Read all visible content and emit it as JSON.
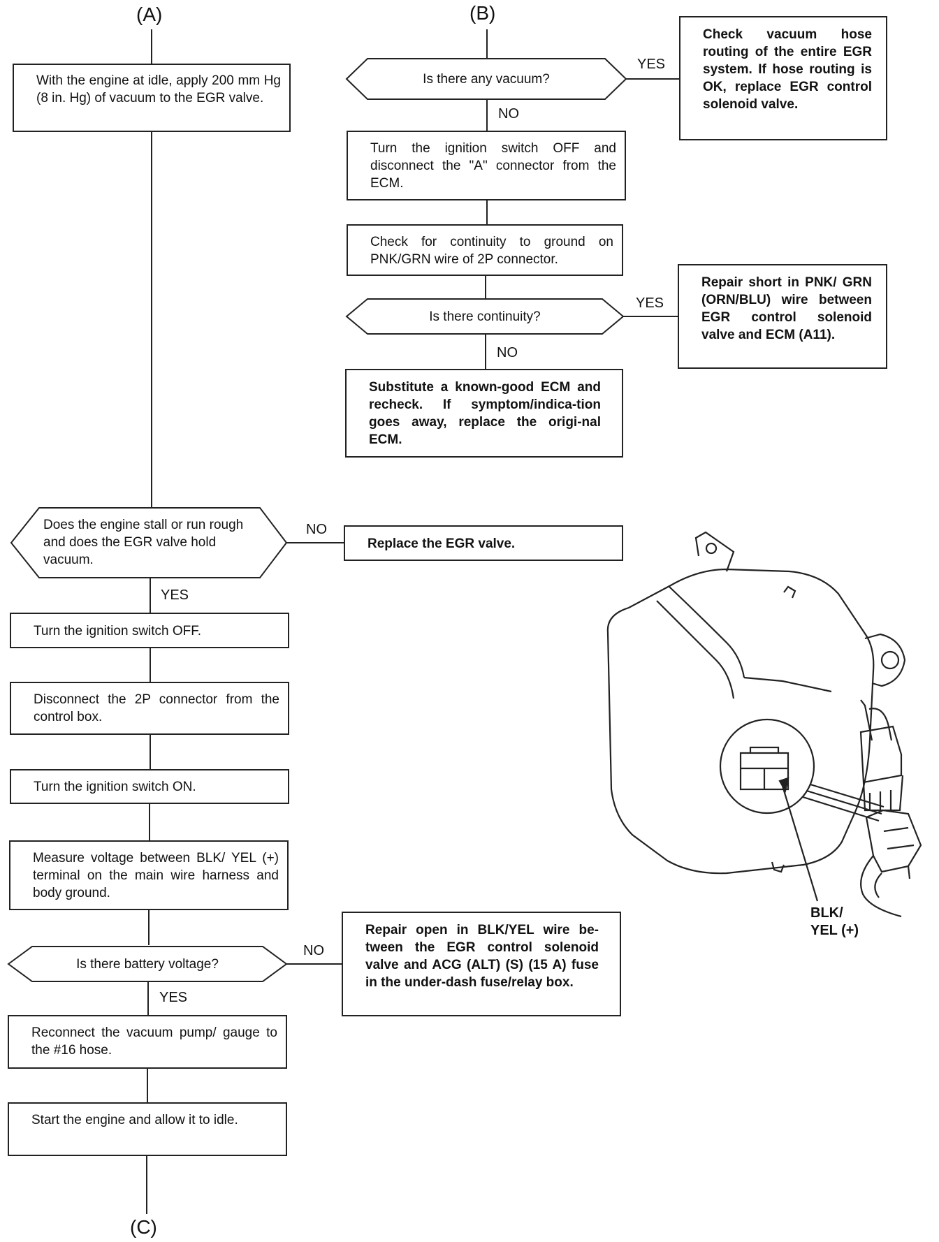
{
  "nodes": {
    "a": "(A)",
    "b": "(B)",
    "c": "(C)"
  },
  "col_a": {
    "step_apply_vacuum": "With the engine at idle, apply 200 mm Hg (8 in. Hg) of vacuum to the EGR valve.",
    "q_engine_stall": "Does the engine stall or run rough and does the EGR valve hold vacuum.",
    "no_replace_valve": "Replace the EGR valve.",
    "step_ignition_off": "Turn the ignition switch OFF.",
    "step_disconnect_2p": "Disconnect the 2P connector from the control box.",
    "step_ignition_on": "Turn the ignition switch ON.",
    "step_measure_voltage": "Measure voltage between BLK/ YEL (+) terminal on the main wire harness and body ground.",
    "q_battery_voltage": "Is there battery voltage?",
    "no_repair_open": "Repair open in BLK/YEL wire be-tween the EGR control solenoid valve and ACG (ALT) (S) (15 A) fuse in the under-dash fuse/relay box.",
    "step_reconnect": "Reconnect the vacuum pump/ gauge to the #16 hose.",
    "step_start_engine": "Start the engine and allow it to idle."
  },
  "col_b": {
    "q_any_vacuum": "Is there any vacuum?",
    "yes_check_routing": "Check vacuum hose routing of the entire EGR system. If hose routing is OK, replace EGR control solenoid valve.",
    "step_ignition_off_disconnect": "Turn the ignition switch OFF and disconnect the \"A\" connector from the ECM.",
    "step_check_continuity": "Check for continuity to ground on PNK/GRN wire of 2P connector.",
    "q_continuity": "Is there continuity?",
    "yes_repair_short": "Repair short in PNK/ GRN (ORN/BLU) wire between EGR control solenoid valve and ECM (A11).",
    "step_substitute_ecm": "Substitute a known-good ECM and recheck. If symptom/indica-tion goes away, replace the origi-nal ECM."
  },
  "labels": {
    "yes": "YES",
    "no": "NO"
  },
  "illustration": {
    "callout_line1": "BLK/",
    "callout_line2": "YEL (+)"
  }
}
